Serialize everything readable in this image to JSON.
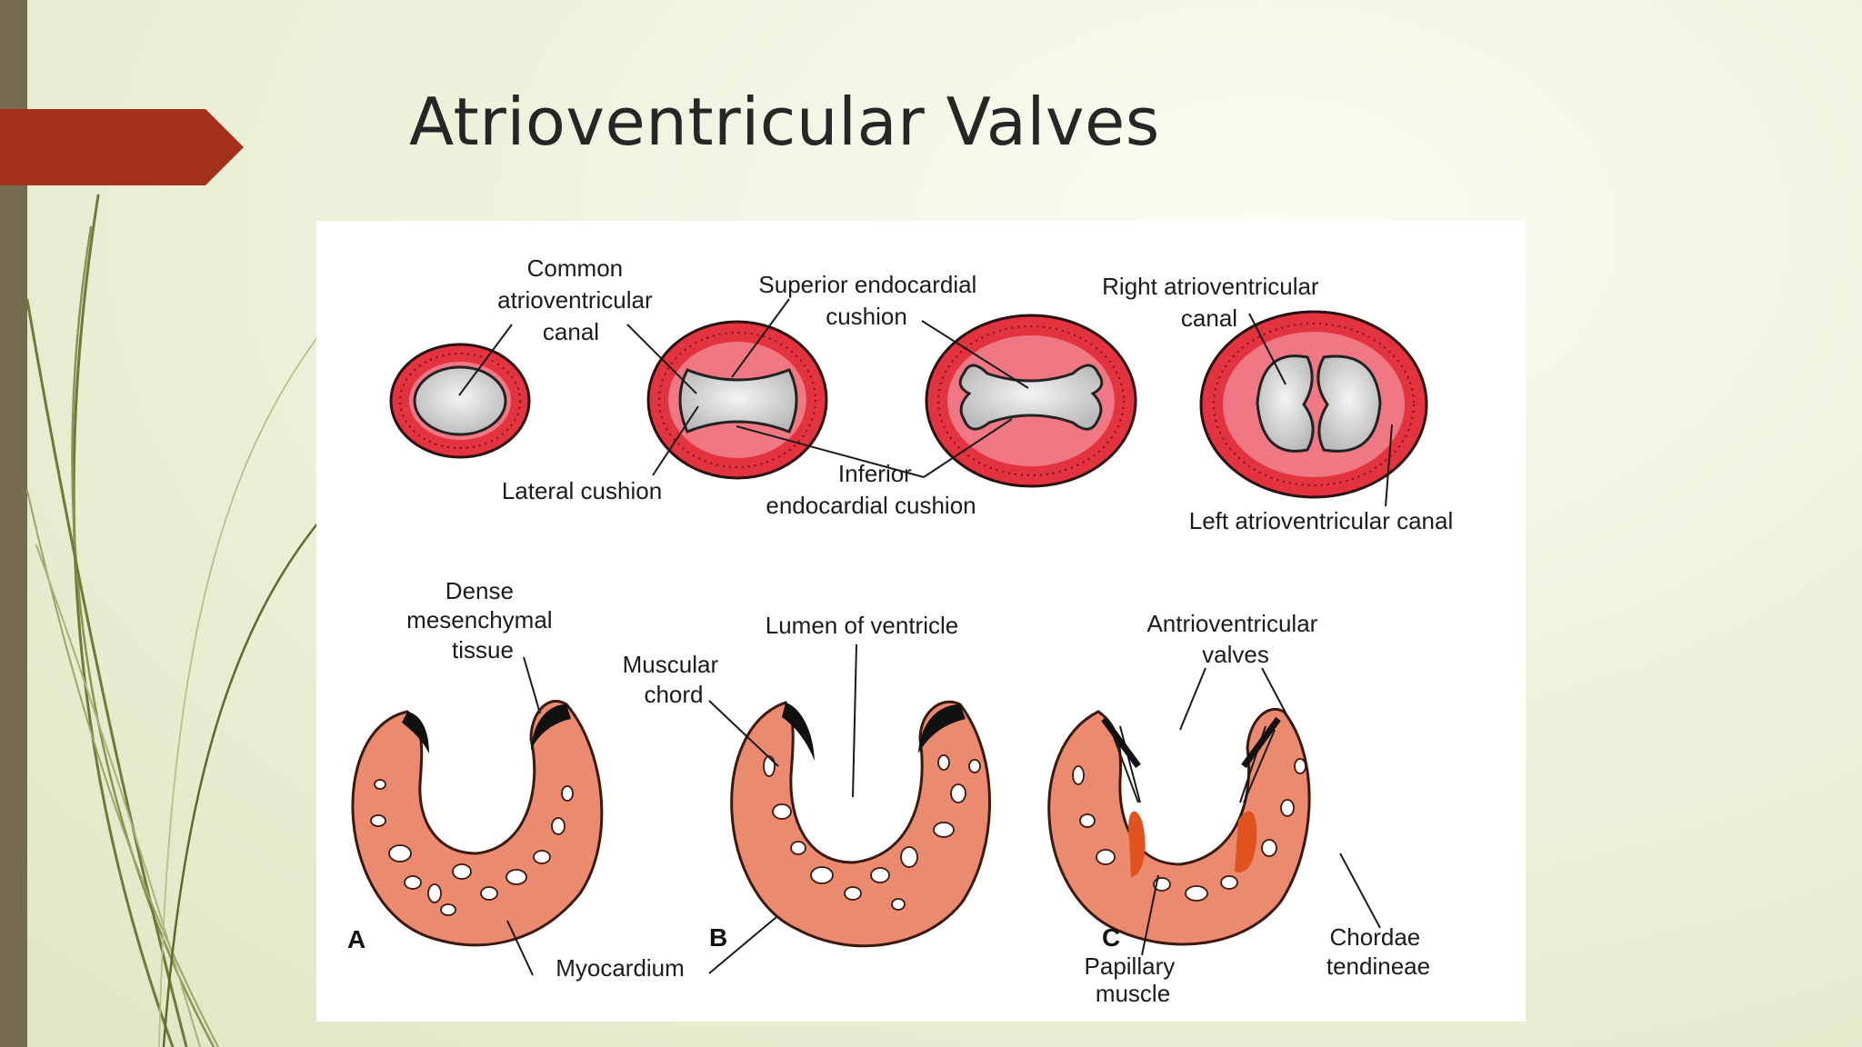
{
  "slide": {
    "title": "Atrioventricular Valves",
    "colors": {
      "accent_tab": "#a3311c",
      "left_bar": "#766a4f",
      "background": "#eef2dc"
    }
  },
  "diagram": {
    "top_row_labels": {
      "common_av_canal": [
        "Common",
        "atrioventricular",
        "canal"
      ],
      "lateral_cushion": "Lateral cushion",
      "superior_endocardial_cushion": [
        "Superior endocardial",
        "cushion"
      ],
      "inferior_endocardial_cushion": [
        "Inferior",
        "endocardial cushion"
      ],
      "right_av_canal": [
        "Right atrioventricular",
        "canal"
      ],
      "left_av_canal": "Left atrioventricular canal"
    },
    "bottom_row_labels": {
      "dense_mesenchymal_tissue": [
        "Dense",
        "mesenchymal",
        "tissue"
      ],
      "muscular_chord": [
        "Muscular",
        "chord"
      ],
      "lumen_of_ventricle": "Lumen of ventricle",
      "av_valves": [
        "Antrioventricular",
        "valves"
      ],
      "myocardium": "Myocardium",
      "papillary_muscle": [
        "Papillary",
        "muscle"
      ],
      "chordae_tendineae": [
        "Chordae",
        "tendineae"
      ]
    },
    "panel_letters": [
      "A",
      "B",
      "C"
    ]
  }
}
